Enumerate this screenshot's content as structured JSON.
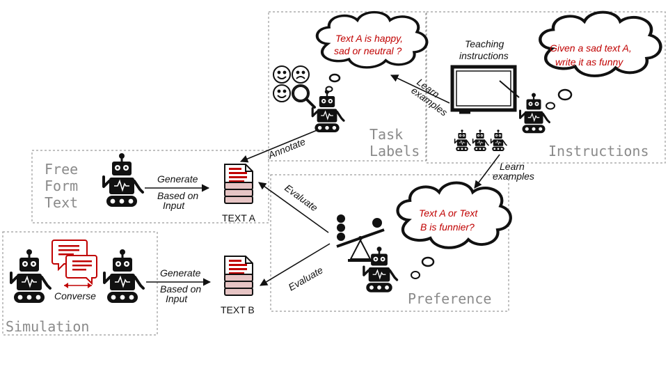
{
  "boxes": {
    "free_form_text": [
      "Free",
      "Form",
      "Text"
    ],
    "simulation": "Simulation",
    "task_labels": [
      "Task",
      "Labels"
    ],
    "instructions": "Instructions",
    "preference": "Preference"
  },
  "arrows": {
    "generate_a": [
      "Generate",
      "Based on",
      "Input"
    ],
    "generate_b": [
      "Generate",
      "Based on",
      "Input"
    ],
    "annotate": "Annotate",
    "evaluate_a": "Evaluate",
    "evaluate_b": "Evaluate",
    "learn_examples_top": [
      "Learn",
      "examples"
    ],
    "learn_examples_mid": [
      "Learn",
      "examples"
    ],
    "converse": "Converse"
  },
  "thoughts": {
    "task": [
      "Text A is happy,",
      "sad or neutral ?"
    ],
    "instructions": [
      "Given a sad text A,",
      "write it as funny"
    ],
    "preference": [
      "Text A or Text",
      "B is funnier?"
    ]
  },
  "teaching_label": [
    "Teaching",
    "instructions"
  ],
  "docs": {
    "a": "TEXT A",
    "b": "TEXT B"
  },
  "colors": {
    "accent_red": "#c00000",
    "box_border": "#9a9a9a",
    "ink": "#111111"
  }
}
